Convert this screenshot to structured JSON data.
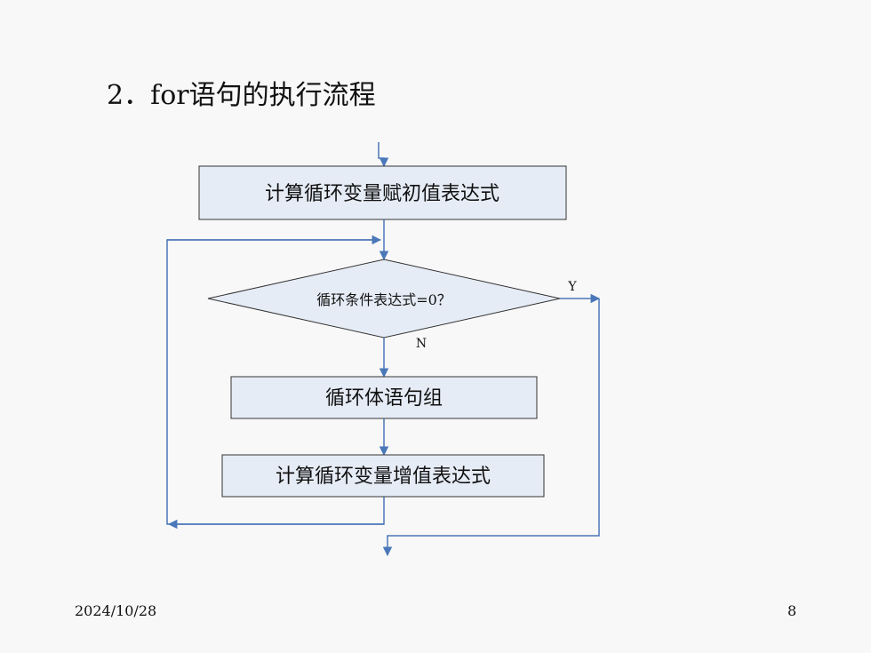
{
  "slide": {
    "title": "2．for语句的执行流程",
    "date": "2024/10/28",
    "page_number": "8"
  },
  "flowchart": {
    "init_box": "计算循环变量赋初值表达式",
    "condition": "循环条件表达式=0？",
    "yes_label": "Y",
    "no_label": "N",
    "body_box": "循环体语句组",
    "increment_box": "计算循环变量增值表达式"
  },
  "colors": {
    "box_fill": "#e6ecf6",
    "line": "#4a77b8",
    "border": "#333333"
  }
}
